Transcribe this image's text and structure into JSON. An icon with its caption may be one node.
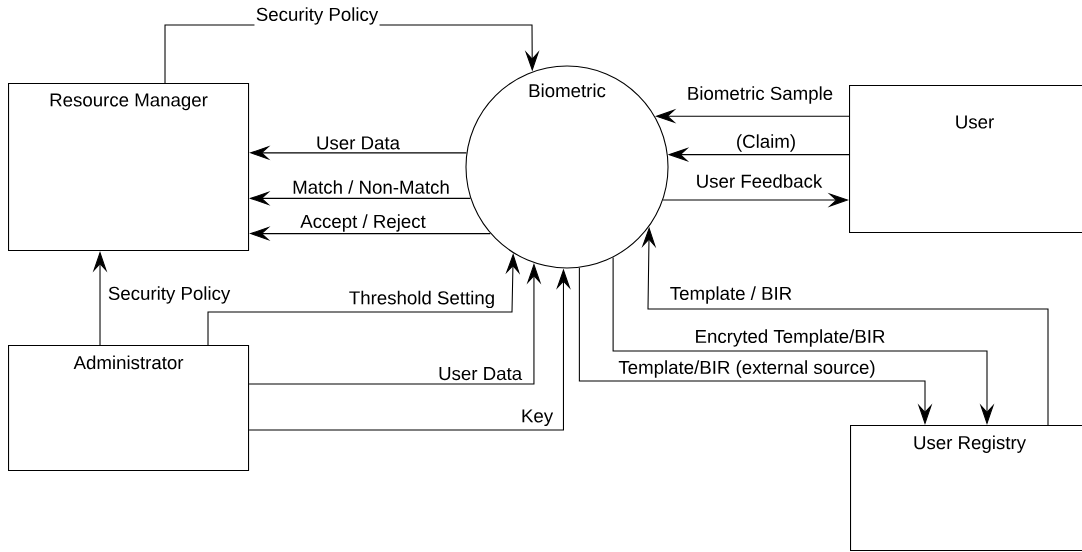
{
  "diagram": {
    "nodes": [
      {
        "text": [
          "Resource Manager"
        ]
      },
      {
        "text": [
          "Biometric"
        ]
      },
      {
        "text": [
          "User"
        ]
      },
      {
        "text": [
          "Administrator"
        ]
      },
      {
        "text": [
          "User Registry"
        ]
      }
    ],
    "edges": [
      {
        "from": 0,
        "to": 1,
        "arrow": "to",
        "label": "Security Policy"
      },
      {
        "from": 1,
        "to": 0,
        "arrow": "to",
        "label": "User Data"
      },
      {
        "from": 1,
        "to": 0,
        "arrow": "to",
        "label": "Match / Non-Match"
      },
      {
        "from": 1,
        "to": 0,
        "arrow": "to",
        "label": "Accept / Reject"
      },
      {
        "from": 2,
        "to": 1,
        "arrow": "to",
        "label": "Biometric Sample"
      },
      {
        "from": 2,
        "to": 1,
        "arrow": "to",
        "label": "(Claim)"
      },
      {
        "from": 1,
        "to": 2,
        "arrow": "to",
        "label": "User Feedback"
      },
      {
        "from": 3,
        "to": 0,
        "arrow": "to",
        "label": "Security Policy"
      },
      {
        "from": 3,
        "to": 1,
        "arrow": "to",
        "label": "Threshold Setting"
      },
      {
        "from": 3,
        "to": 1,
        "arrow": "to",
        "label": "User Data"
      },
      {
        "from": 3,
        "to": 1,
        "arrow": "to",
        "label": "Key"
      },
      {
        "from": 1,
        "to": 4,
        "arrow": "to",
        "label": "Encryted Template/BIR"
      },
      {
        "from": 1,
        "to": 4,
        "arrow": "to",
        "label": "Template/BIR (external source)"
      },
      {
        "from": 4,
        "to": 1,
        "arrow": "to",
        "label": "Template / BIR"
      }
    ]
  }
}
